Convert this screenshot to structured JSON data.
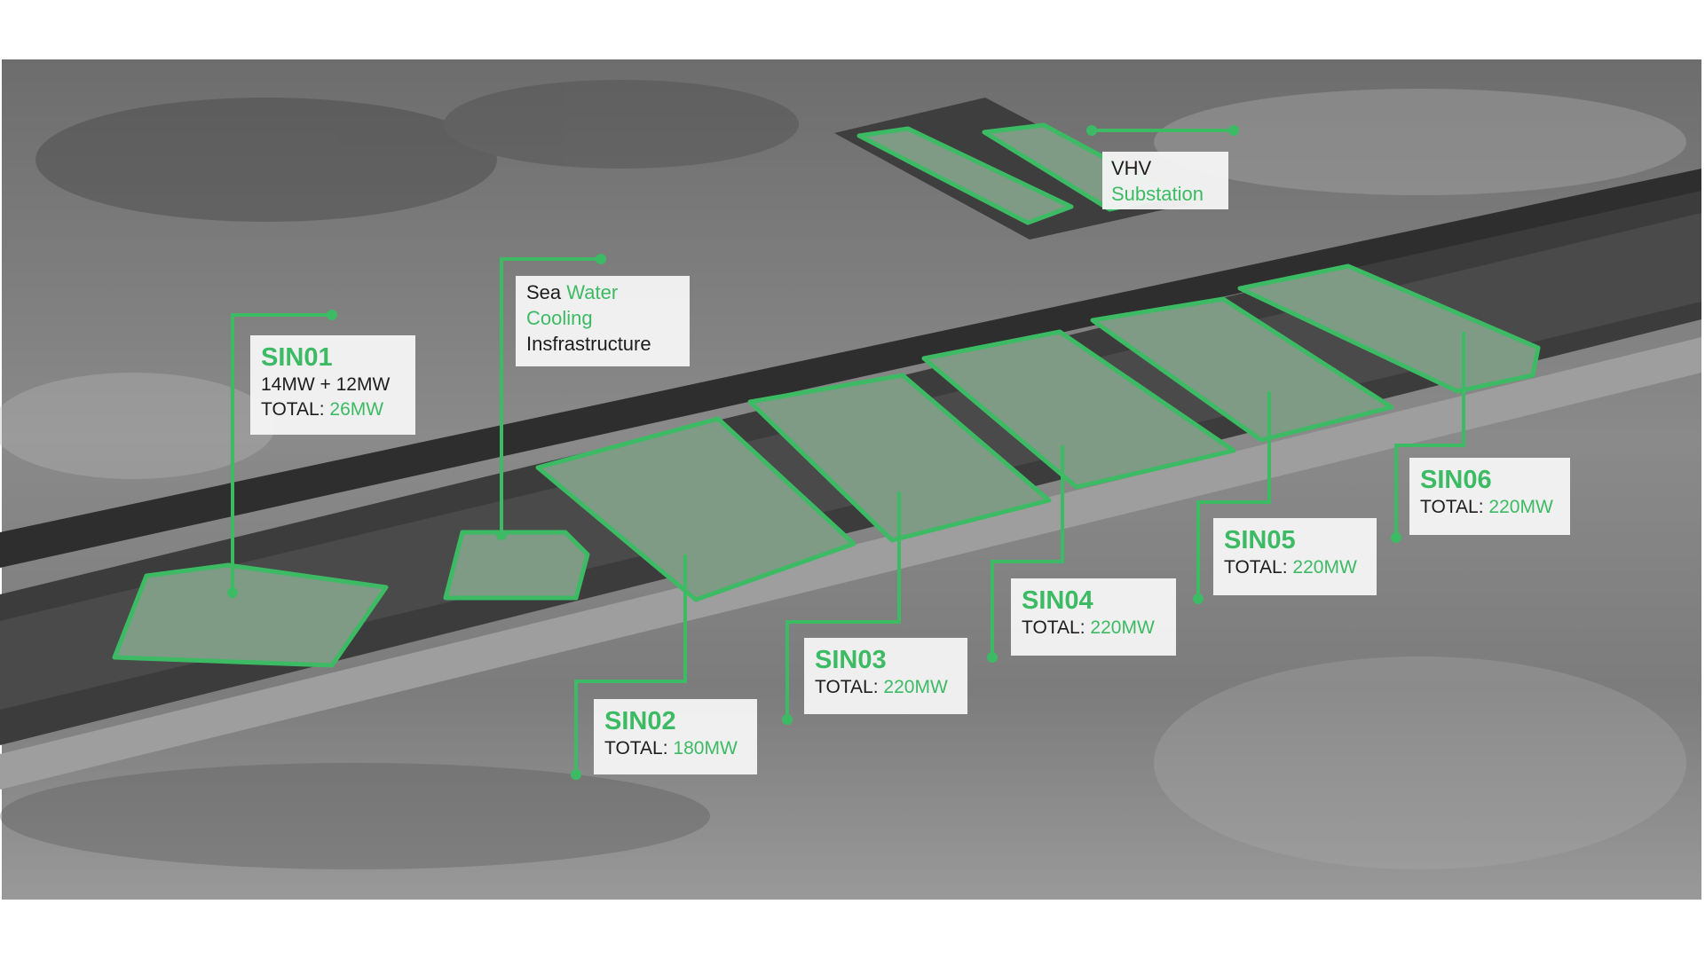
{
  "colors": {
    "accent": "#3dba64",
    "label_bg": "#f5f5f5",
    "text": "#1d1d1d"
  },
  "vhv": {
    "line1": "VHV",
    "line2": "Substation"
  },
  "cooling": {
    "word1": "Sea",
    "word2": "Water",
    "line2": "Cooling",
    "line3": "Insfrastructure"
  },
  "sites": [
    {
      "name": "SIN01",
      "detail": "14MW + 12MW",
      "total_prefix": "TOTAL:",
      "total": "26MW"
    },
    {
      "name": "SIN02",
      "total_prefix": "TOTAL:",
      "total": "180MW"
    },
    {
      "name": "SIN03",
      "total_prefix": "TOTAL:",
      "total": "220MW"
    },
    {
      "name": "SIN04",
      "total_prefix": "TOTAL:",
      "total": "220MW"
    },
    {
      "name": "SIN05",
      "total_prefix": "TOTAL:",
      "total": "220MW"
    },
    {
      "name": "SIN06",
      "total_prefix": "TOTAL:",
      "total": "220MW"
    }
  ]
}
